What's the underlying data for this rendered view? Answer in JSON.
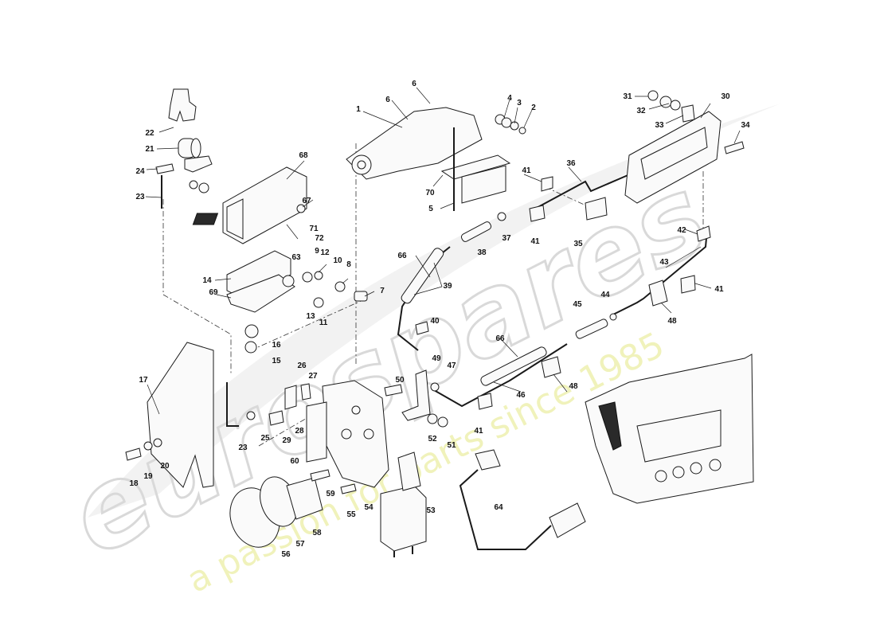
{
  "watermark": {
    "brand": "eurospares",
    "tagline": "a passion for parts since 1985"
  },
  "diagram": {
    "callouts": [
      "1",
      "2",
      "3",
      "4",
      "5",
      "6",
      "6",
      "7",
      "8",
      "9",
      "10",
      "11",
      "12",
      "13",
      "14",
      "15",
      "16",
      "17",
      "18",
      "19",
      "20",
      "21",
      "22",
      "23",
      "23",
      "24",
      "25",
      "26",
      "27",
      "28",
      "29",
      "30",
      "31",
      "32",
      "33",
      "34",
      "35",
      "36",
      "37",
      "38",
      "39",
      "40",
      "41",
      "41",
      "41",
      "41",
      "42",
      "43",
      "44",
      "45",
      "46",
      "47",
      "48",
      "48",
      "49",
      "50",
      "51",
      "52",
      "53",
      "54",
      "55",
      "56",
      "57",
      "58",
      "59",
      "60",
      "63",
      "64",
      "66",
      "66",
      "67",
      "68",
      "69",
      "70",
      "71",
      "72"
    ]
  }
}
